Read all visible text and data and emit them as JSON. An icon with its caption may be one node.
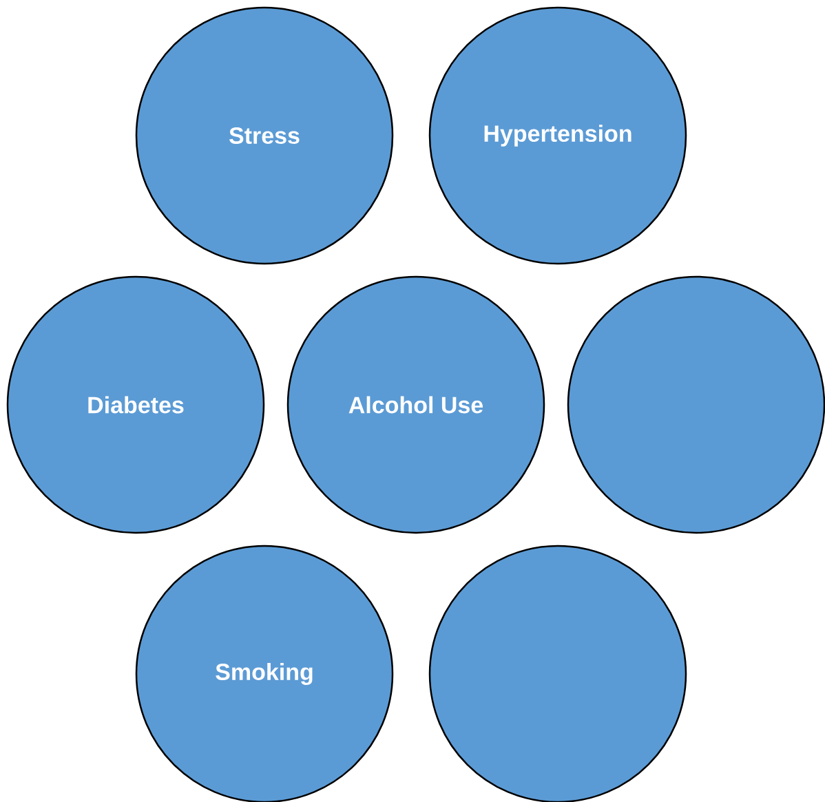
{
  "diagram": {
    "nodes": [
      {
        "text": [
          "Stress"
        ]
      },
      {
        "text": [
          "Hypertension"
        ]
      },
      {
        "text": [
          "Diabetes"
        ]
      },
      {
        "text": [
          "Alcohol Use"
        ]
      },
      {
        "text": [],
        "shape": "circle"
      },
      {
        "text": [
          "Smoking"
        ]
      },
      {
        "text": [],
        "shape": "circle"
      }
    ]
  }
}
